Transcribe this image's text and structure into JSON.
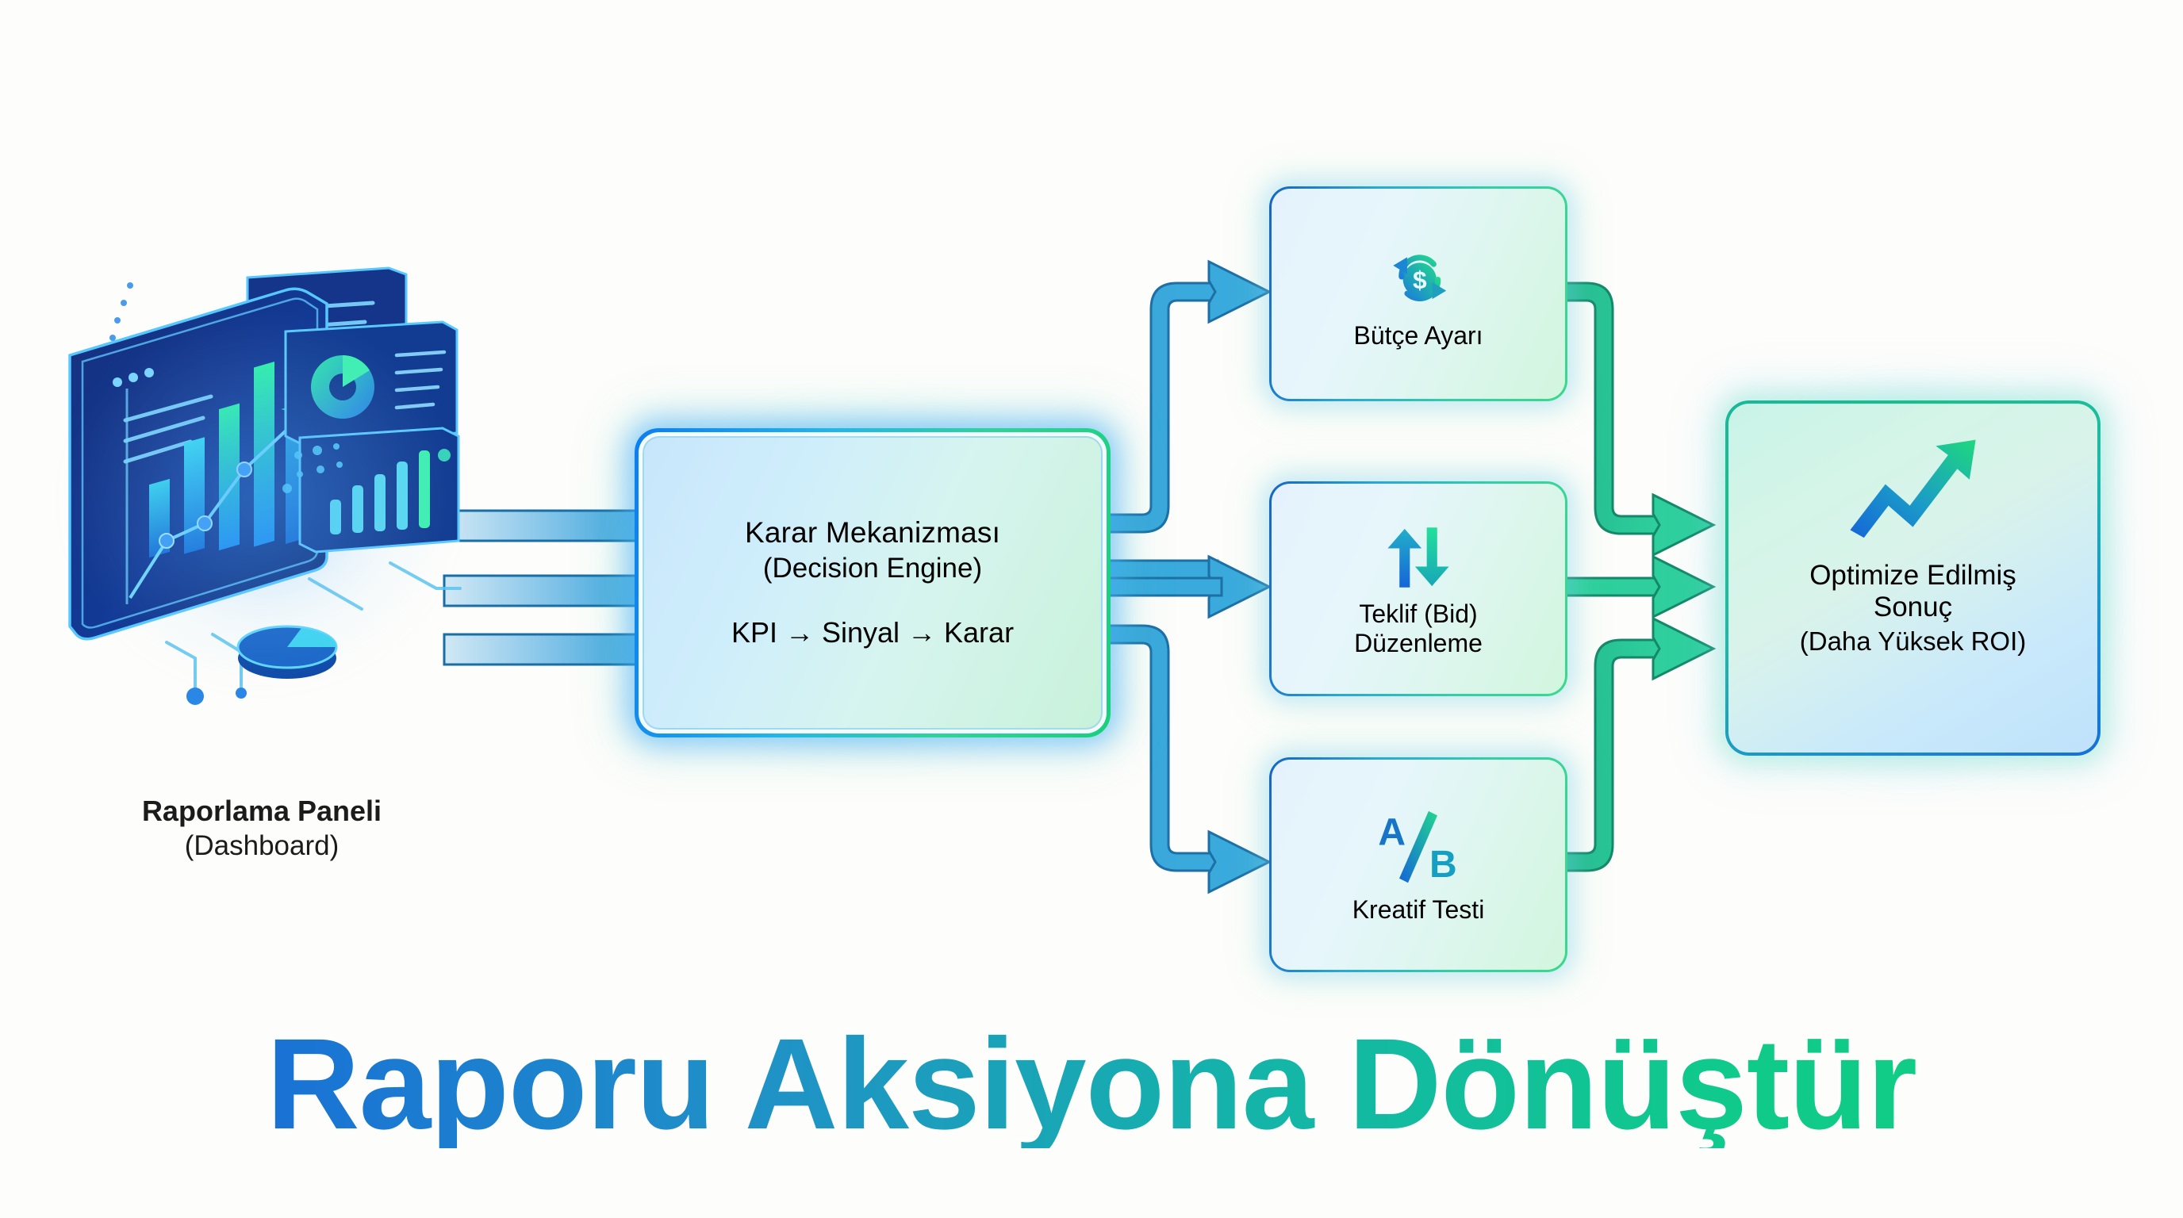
{
  "background_color": "#fdfdfb",
  "headline": {
    "text": "Raporu Aksiyona Dönüştür",
    "gradient_from": "#1669d8",
    "gradient_to": "#11d07f"
  },
  "source": {
    "icon": "dashboard-analytics-illustration",
    "label_line1": "Raporlama Paneli",
    "label_line2": "(Dashboard)"
  },
  "engine": {
    "title": "Karar Mekanizması",
    "subtitle": "(Decision Engine)",
    "flow": "KPI → Sinyal → Karar",
    "border_from": "#0b7ef0",
    "border_to": "#18d07e"
  },
  "actions": [
    {
      "id": "budget",
      "icon": "money-refresh-icon",
      "title": "Bütçe Ayarı",
      "title_line2": ""
    },
    {
      "id": "bid",
      "icon": "up-down-arrows-icon",
      "title": "Teklif (Bid)",
      "title_line2": "Düzenleme"
    },
    {
      "id": "ab",
      "icon": "ab-test-icon",
      "title": "Kreatif Testi",
      "title_line2": ""
    }
  ],
  "result": {
    "icon": "growth-arrow-icon",
    "title_line1": "Optimize Edilmiş",
    "title_line2": "Sonuç",
    "subtitle": "(Daha Yüksek ROI)",
    "border_from": "#19b79c",
    "border_to": "#1470d8"
  },
  "connectors": {
    "input_arrow_count": 3,
    "input_arrow_color": "#2f9fd4",
    "output_arrow_color": "#25b98f"
  },
  "chart_data": {
    "type": "diagram",
    "title": "Raporu Aksiyona Dönüştür",
    "nodes": [
      "Raporlama Paneli (Dashboard)",
      "Karar Mekanizması (Decision Engine)",
      "Bütçe Ayarı",
      "Teklif (Bid) Düzenleme",
      "Kreatif Testi",
      "Optimize Edilmiş Sonuç (Daha Yüksek ROI)"
    ],
    "edges": [
      [
        "Raporlama Paneli (Dashboard)",
        "Karar Mekanizması (Decision Engine)"
      ],
      [
        "Karar Mekanizması (Decision Engine)",
        "Bütçe Ayarı"
      ],
      [
        "Karar Mekanizması (Decision Engine)",
        "Teklif (Bid) Düzenleme"
      ],
      [
        "Karar Mekanizması (Decision Engine)",
        "Kreatif Testi"
      ],
      [
        "Bütçe Ayarı",
        "Optimize Edilmiş Sonuç (Daha Yüksek ROI)"
      ],
      [
        "Teklif (Bid) Düzenleme",
        "Optimize Edilmiş Sonuç (Daha Yüksek ROI)"
      ],
      [
        "Kreatif Testi",
        "Optimize Edilmiş Sonuç (Daha Yüksek ROI)"
      ]
    ]
  }
}
